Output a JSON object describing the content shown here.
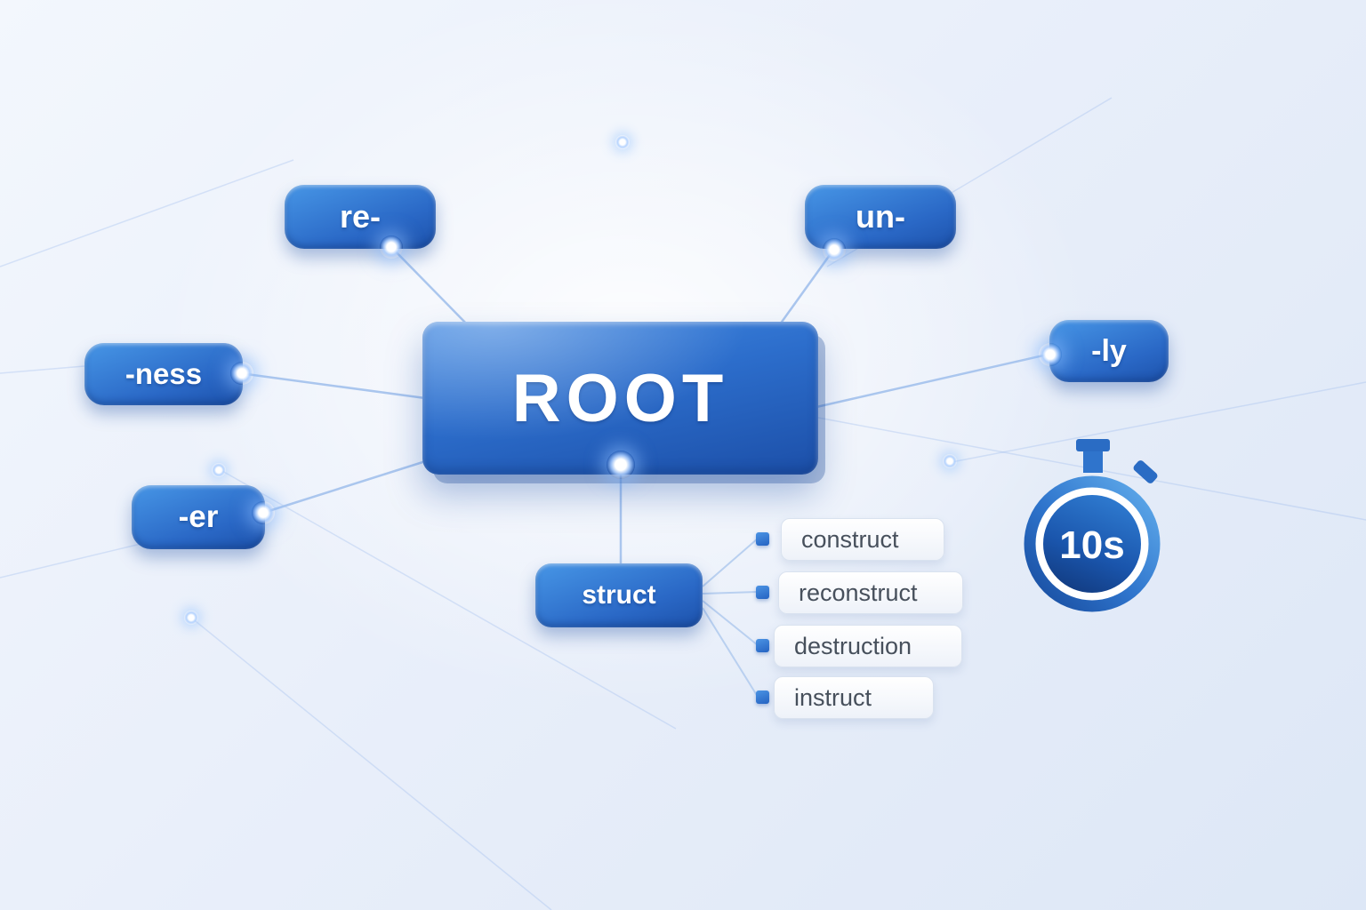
{
  "root_node": {
    "label": "ROOT"
  },
  "affix_nodes": {
    "re": {
      "label": "re-"
    },
    "un": {
      "label": "un-"
    },
    "ness": {
      "label": "-ness"
    },
    "er": {
      "label": "-er"
    },
    "ly": {
      "label": "-ly"
    },
    "struct": {
      "label": "struct"
    }
  },
  "derived_words": [
    {
      "label": "construct"
    },
    {
      "label": "reconstruct"
    },
    {
      "label": "destruction"
    },
    {
      "label": "instruct"
    }
  ],
  "timer": {
    "label": "10s"
  },
  "colors": {
    "node_blue": "#2a68c6",
    "node_blue_dark": "#1d52ab",
    "wire_blue": "#aac6ee",
    "word_text": "#47505c",
    "background": "#e9effa"
  }
}
